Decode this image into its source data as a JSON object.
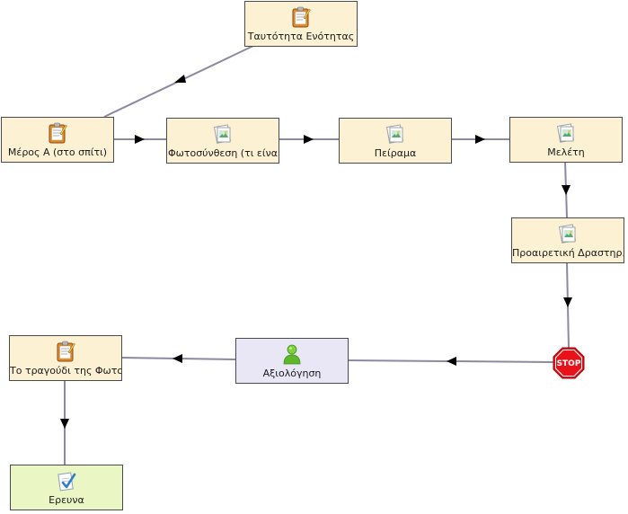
{
  "colors": {
    "activity_fill": "#fdf1d4",
    "evaluation_fill": "#e9e7f6",
    "research_fill": "#eaf7c4",
    "connector": "#8a8aa0",
    "arrowhead": "#000000",
    "stop_red": "#e8121a"
  },
  "nodes": {
    "tautotita": {
      "label": "Ταυτότητα Ενότητας",
      "icon": "notepad-icon"
    },
    "meros_a": {
      "label": "Μέρος Α (στο σπίτι)",
      "icon": "notepad-icon"
    },
    "fotosynthesi": {
      "label": "Φωτοσύνθεση (τι είνα",
      "icon": "image-resource-icon"
    },
    "peirama": {
      "label": "Πείραμα",
      "icon": "image-resource-icon"
    },
    "meleti": {
      "label": "Μελέτη",
      "icon": "image-resource-icon"
    },
    "proairetiki": {
      "label": "Προαιρετική Δραστηρ.",
      "icon": "image-resource-icon"
    },
    "stop": {
      "label": "STOP",
      "icon": "stop-sign-icon"
    },
    "axiologisi": {
      "label": "Αξιολόγηση",
      "icon": "user-icon"
    },
    "tragoudi": {
      "label": "Το τραγούδι της Φωτο",
      "icon": "notepad-icon"
    },
    "erevna": {
      "label": "Ερευνα",
      "icon": "checked-document-icon"
    }
  }
}
